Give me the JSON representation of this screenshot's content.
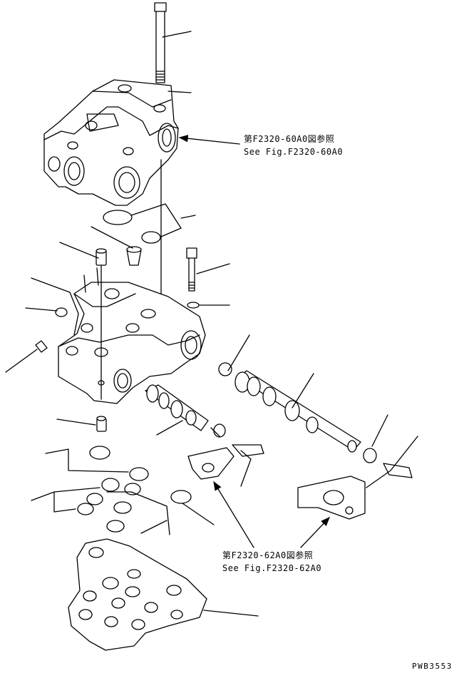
{
  "references": [
    {
      "jp": "第F2320-60A0図参照",
      "en": "See Fig.F2320-60A0"
    },
    {
      "jp": "第F2320-62A0図参照",
      "en": "See Fig.F2320-62A0"
    }
  ],
  "drawing_number": "PWB3553"
}
